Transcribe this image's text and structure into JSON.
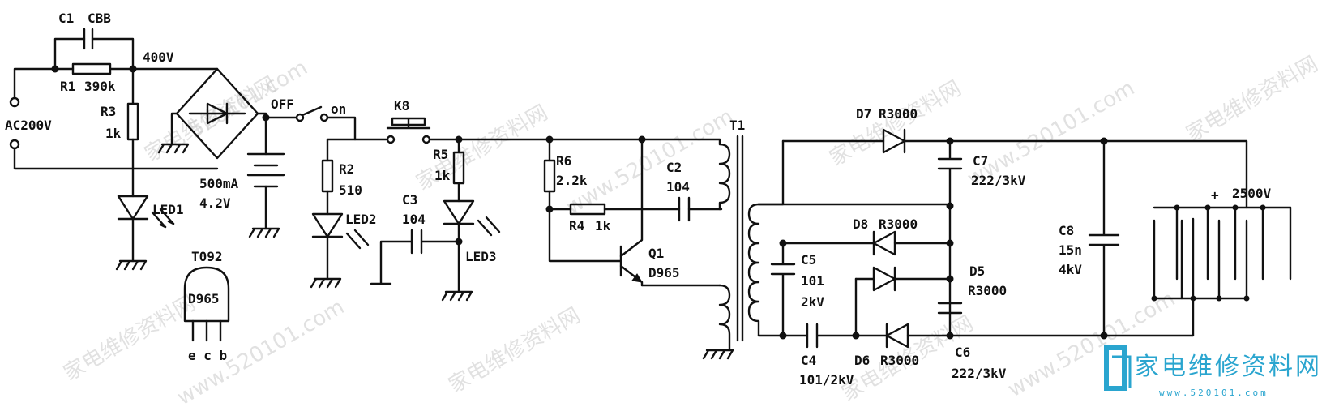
{
  "labels": {
    "c1": "C1",
    "c1_type": "CBB",
    "v400": "400V",
    "r1": "R1",
    "r1_val": "390k",
    "r3": "R3",
    "r3_val": "1k",
    "ac": "AC200V",
    "led1": "LED1",
    "ma": "500mA",
    "v42": "4.2V",
    "off": "OFF",
    "on": "on",
    "k8": "K8",
    "r2": "R2",
    "r2_val": "510",
    "led2": "LED2",
    "c3": "C3",
    "c3_val": "104",
    "r5": "R5",
    "r5_val": "1k",
    "led3": "LED3",
    "to92": "T092",
    "d965_pkg": "D965",
    "pins": "e c b",
    "r6": "R6",
    "r6_val": "2.2k",
    "r4": "R4",
    "r4_val": "1k",
    "c2": "C2",
    "c2_val": "104",
    "q1": "Q1",
    "q1_val": "D965",
    "t1": "T1",
    "d7": "D7",
    "d7_val": "R3000",
    "c7": "C7",
    "c7_val": "222/3kV",
    "d8": "D8",
    "d8_val": "R3000",
    "c5": "C5",
    "c5_val1": "101",
    "c5_val2": "2kV",
    "d5": "D5",
    "d5_val": "R3000",
    "c4": "C4",
    "c4_val": "101/2kV",
    "d6": "D6",
    "d6_val": "R3000",
    "c6": "C6",
    "c6_val": "222/3kV",
    "c8": "C8",
    "c8_val1": "15n",
    "c8_val2": "4kV",
    "v2500": "2500V",
    "plus": "+"
  },
  "watermark": {
    "cn": "家电维修资料网",
    "url": "www.520101.com",
    "url_short": "520101.com"
  },
  "logo": {
    "cn": "家电维修资料网",
    "url": "www.520101.com",
    "color": "#2aa5cf"
  }
}
